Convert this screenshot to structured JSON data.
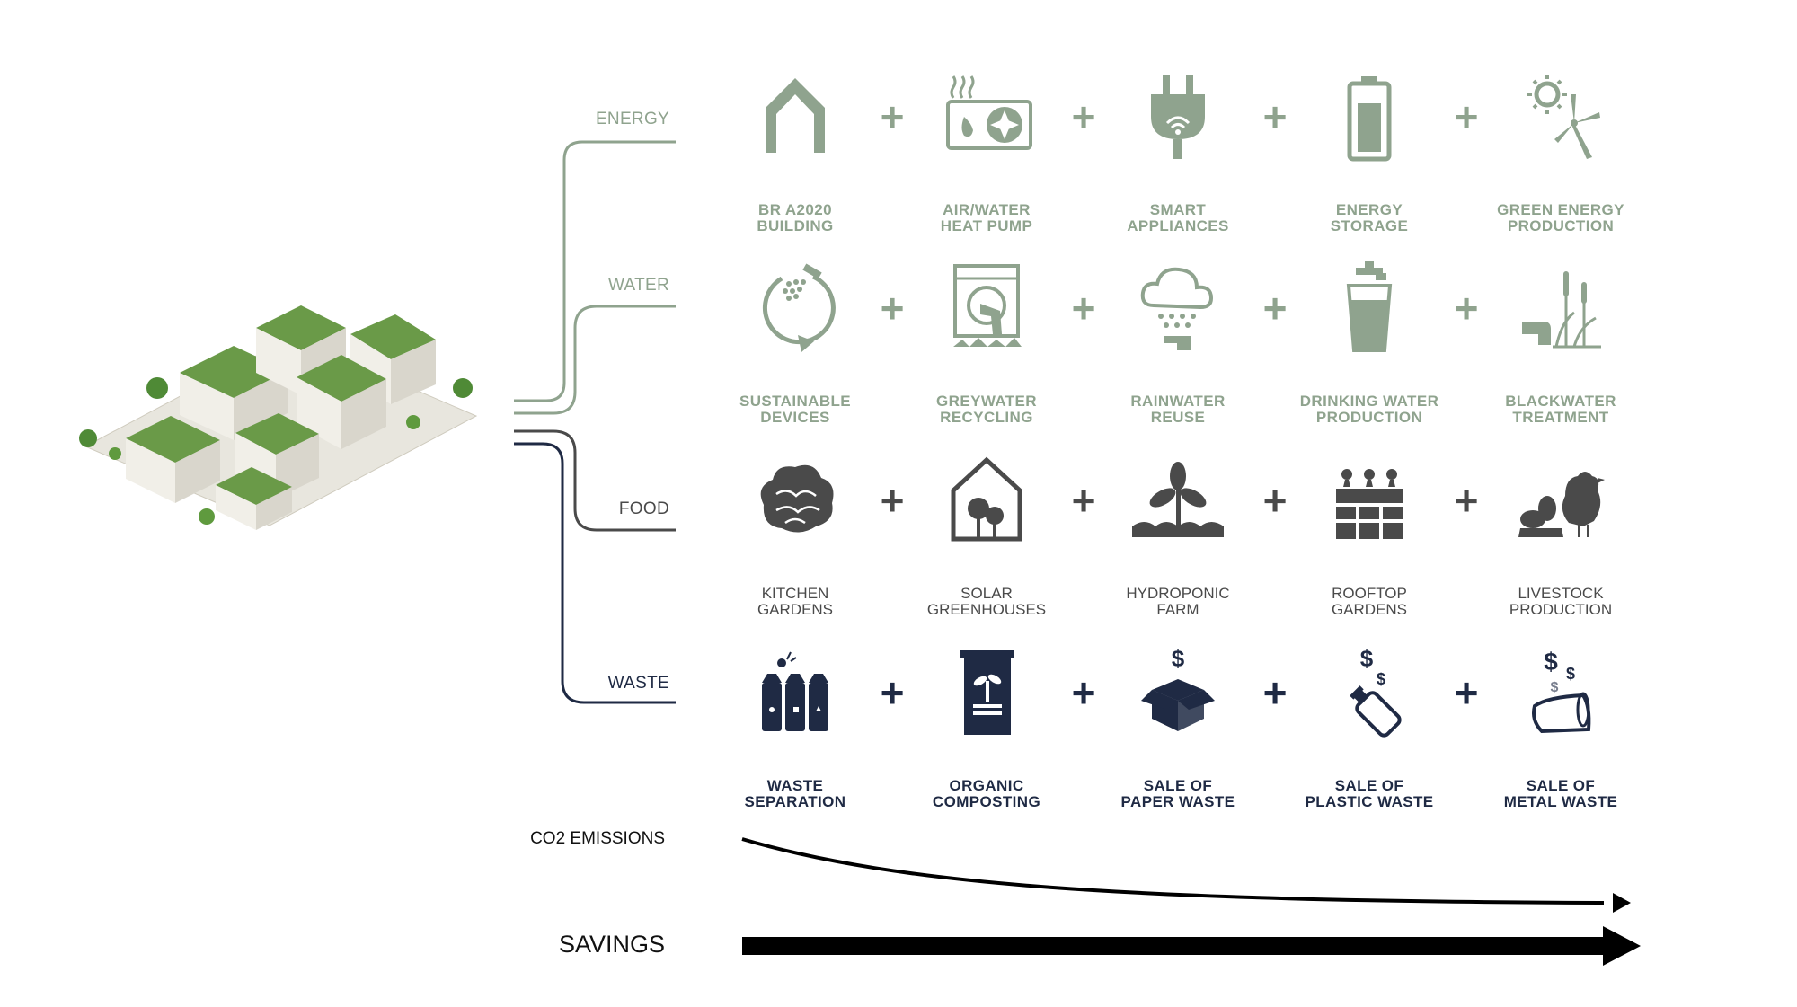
{
  "colors": {
    "green": "#8fa38e",
    "gray": "#4a4a4a",
    "navy": "#1f2a44",
    "black": "#000000",
    "roof_green": "#6a9a48"
  },
  "categories": [
    {
      "key": "energy",
      "label": "ENERGY",
      "color": "#8fa38e",
      "style": "bold",
      "items": [
        {
          "caption": "BR A2020\nBUILDING",
          "icon": "house-icon"
        },
        {
          "caption": "AIR/WATER\nHEAT PUMP",
          "icon": "heat-pump-icon"
        },
        {
          "caption": "SMART\nAPPLIANCES",
          "icon": "smart-plug-icon"
        },
        {
          "caption": "ENERGY\nSTORAGE",
          "icon": "battery-icon"
        },
        {
          "caption": "GREEN ENERGY\nPRODUCTION",
          "icon": "sun-wind-turbine-icon"
        }
      ]
    },
    {
      "key": "water",
      "label": "WATER",
      "color": "#8fa38e",
      "style": "bold",
      "items": [
        {
          "caption": "SUSTAINABLE\nDEVICES",
          "icon": "shower-recycle-icon"
        },
        {
          "caption": "GREYWATER\nRECYCLING",
          "icon": "washing-machine-icon"
        },
        {
          "caption": "RAINWATER\nREUSE",
          "icon": "rain-cloud-icon"
        },
        {
          "caption": "DRINKING WATER\nPRODUCTION",
          "icon": "water-glass-tap-icon"
        },
        {
          "caption": "BLACKWATER\nTREATMENT",
          "icon": "reeds-pipe-icon"
        }
      ]
    },
    {
      "key": "food",
      "label": "FOOD",
      "color": "#4a4a4a",
      "style": "light",
      "items": [
        {
          "caption": "KITCHEN\nGARDENS",
          "icon": "lettuce-icon"
        },
        {
          "caption": "SOLAR\nGREENHOUSES",
          "icon": "greenhouse-icon"
        },
        {
          "caption": "HYDROPONIC\nFARM",
          "icon": "plant-water-icon"
        },
        {
          "caption": "ROOFTOP\nGARDENS",
          "icon": "rooftop-planters-icon"
        },
        {
          "caption": "LIVESTOCK\nPRODUCTION",
          "icon": "hen-plants-icon"
        }
      ]
    },
    {
      "key": "waste",
      "label": "WASTE",
      "color": "#1f2a44",
      "style": "bold",
      "items": [
        {
          "caption": "WASTE\nSEPARATION",
          "icon": "waste-bins-icon"
        },
        {
          "caption": "ORGANIC\nCOMPOSTING",
          "icon": "compost-bin-icon"
        },
        {
          "caption": "SALE OF\nPAPER WASTE",
          "icon": "cardboard-box-icon"
        },
        {
          "caption": "SALE OF\nPLASTIC WASTE",
          "icon": "plastic-bottle-icon"
        },
        {
          "caption": "SALE OF\nMETAL WASTE",
          "icon": "metal-can-icon"
        }
      ]
    }
  ],
  "plus_symbol": "+",
  "co2_label": "CO2 EMISSIONS",
  "savings_label": "SAVINGS",
  "illustration": {
    "icon": "isometric-green-roof-neighborhood-icon"
  }
}
